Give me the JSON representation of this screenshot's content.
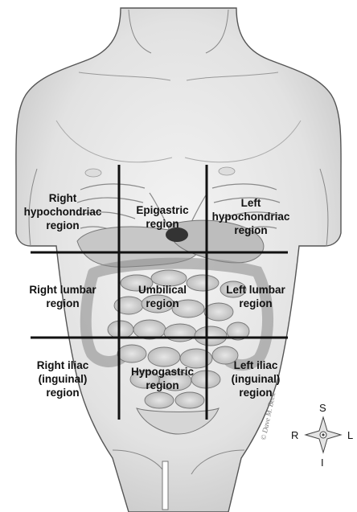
{
  "regions": {
    "right_hypochondriac": [
      "Right",
      "hypochondriac",
      "region"
    ],
    "epigastric": [
      "Epigastric",
      "region"
    ],
    "left_hypochondriac": [
      "Left",
      "hypochondriac",
      "region"
    ],
    "right_lumbar": [
      "Right lumbar",
      "region"
    ],
    "umbilical": [
      "Umbilical",
      "region"
    ],
    "left_lumbar": [
      "Left lumbar",
      "region"
    ],
    "right_iliac": [
      "Right iliac",
      "(inguinal)",
      "region"
    ],
    "hypogastric": [
      "Hypogastric",
      "region"
    ],
    "left_iliac": [
      "Left iliac",
      "(inguinal)",
      "region"
    ]
  },
  "compass": {
    "superior": "S",
    "inferior": "I",
    "right": "R",
    "left": "L"
  },
  "signature": "© Dave M. Beck",
  "colors": {
    "grid_line": "#111111",
    "outline": "#555555",
    "skin": "#e9e9e9",
    "shade": "#c8c8c8"
  }
}
